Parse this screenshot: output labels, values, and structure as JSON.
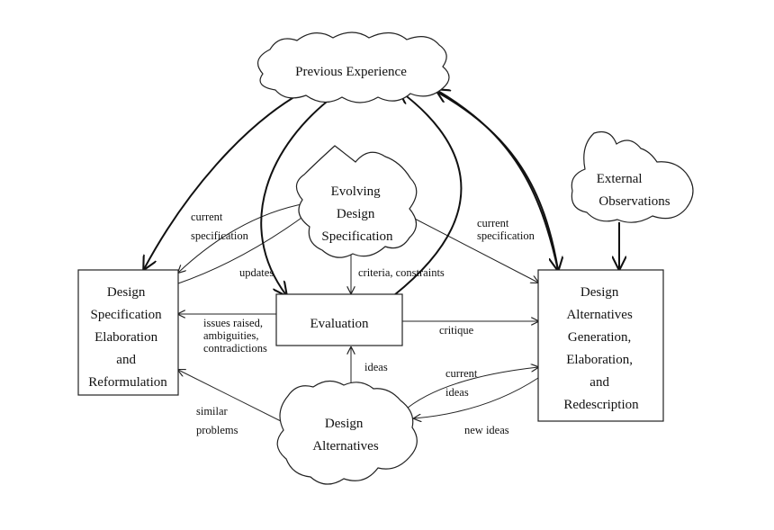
{
  "diagram": {
    "nodes": {
      "previous_experience": {
        "lines": [
          "Previous Experience"
        ]
      },
      "evolving_spec": {
        "lines": [
          "Evolving",
          "Design",
          "Specification"
        ]
      },
      "external_obs": {
        "lines": [
          "External",
          "Observations"
        ]
      },
      "design_spec": {
        "lines": [
          "Design",
          "Specification",
          "Elaboration",
          "and",
          "Reformulation"
        ]
      },
      "evaluation": {
        "lines": [
          "Evaluation"
        ]
      },
      "design_alt_gen": {
        "lines": [
          "Design",
          "Alternatives",
          "Generation,",
          "Elaboration,",
          "and",
          "Redescription"
        ]
      },
      "design_alternatives": {
        "lines": [
          "Design",
          "Alternatives"
        ]
      }
    },
    "edge_labels": {
      "current_spec_left": [
        "current",
        "specification"
      ],
      "updates": [
        "updates"
      ],
      "criteria": [
        "criteria, constraints"
      ],
      "current_spec_right": [
        "current",
        "specification"
      ],
      "issues": [
        "issues raised,",
        "ambiguities,",
        "contradictions"
      ],
      "critique": [
        "critique"
      ],
      "ideas": [
        "ideas"
      ],
      "current_ideas": [
        "current",
        "ideas"
      ],
      "new_ideas": [
        "new ideas"
      ],
      "similar_problems": [
        "similar",
        "problems"
      ]
    }
  }
}
